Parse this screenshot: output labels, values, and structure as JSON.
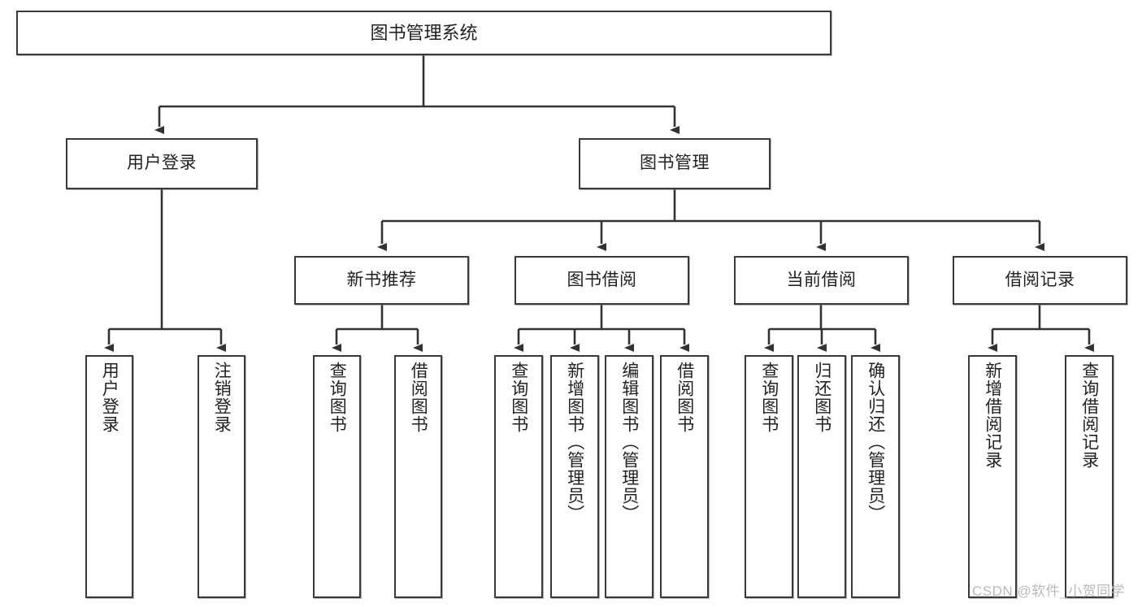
{
  "diagram": {
    "title": "图书管理系统",
    "type": "hierarchy-tree",
    "orientation": "top-down",
    "colors": {
      "box_border": "#3a3a3a",
      "box_fill": "#ffffff",
      "connector": "#333333",
      "text": "#222222",
      "watermark": "#b9b9b9"
    },
    "root": {
      "label": "图书管理系统"
    },
    "level2": [
      {
        "id": "user-login",
        "label": "用户登录"
      },
      {
        "id": "book-management",
        "label": "图书管理"
      }
    ],
    "level3": [
      {
        "id": "new-book-recommend",
        "label": "新书推荐"
      },
      {
        "id": "book-borrow",
        "label": "图书借阅"
      },
      {
        "id": "current-borrow",
        "label": "当前借阅"
      },
      {
        "id": "borrow-record",
        "label": "借阅记录"
      }
    ],
    "leaves": {
      "user_login": [
        {
          "id": "leaf-user-login",
          "label": "用户登录"
        },
        {
          "id": "leaf-logout-login",
          "label": "注销登录"
        }
      ],
      "new_book_recommend": [
        {
          "id": "leaf-query-book-1",
          "label": "查询图书"
        },
        {
          "id": "leaf-borrow-book-1",
          "label": "借阅图书"
        }
      ],
      "book_borrow": [
        {
          "id": "leaf-query-book-2",
          "label": "查询图书"
        },
        {
          "id": "leaf-add-book",
          "label": "新增图书（管理员）"
        },
        {
          "id": "leaf-edit-book",
          "label": "编辑图书（管理员）"
        },
        {
          "id": "leaf-borrow-book-2",
          "label": "借阅图书"
        }
      ],
      "current_borrow": [
        {
          "id": "leaf-query-book-3",
          "label": "查询图书"
        },
        {
          "id": "leaf-return-book",
          "label": "归还图书"
        },
        {
          "id": "leaf-confirm-return",
          "label": "确认归还（管理员）"
        }
      ],
      "borrow_record": [
        {
          "id": "leaf-add-borrow-record",
          "label": "新增借阅记录"
        },
        {
          "id": "leaf-query-borrow-record",
          "label": "查询借阅记录"
        }
      ]
    },
    "watermark": "CSDN @软件_小贺同学"
  }
}
